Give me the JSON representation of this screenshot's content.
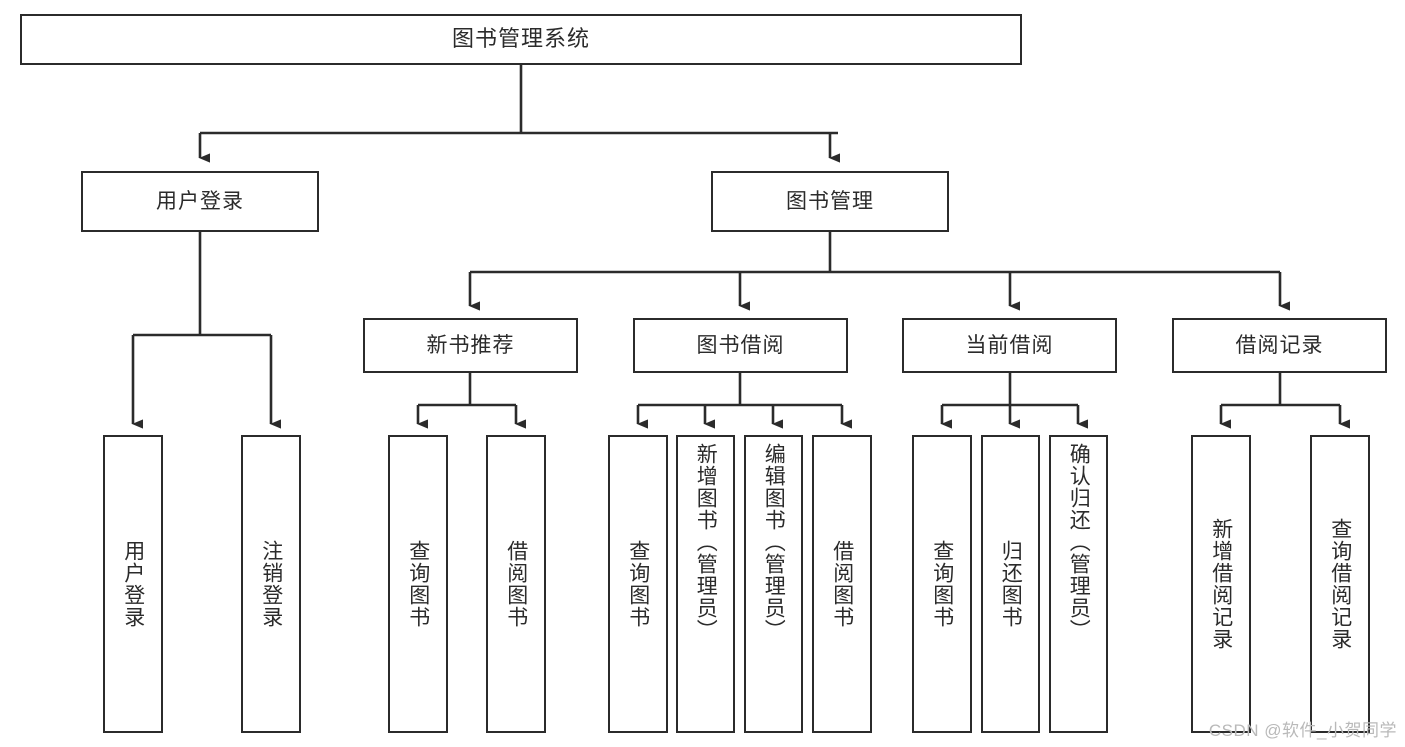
{
  "diagram": {
    "type": "tree",
    "title": "图书管理系统",
    "orientation": "top-down",
    "colors": {
      "stroke": "#2b2b2b",
      "fill": "#ffffff",
      "background": "#ffffff",
      "watermark": "#b9b9b9"
    },
    "root": {
      "label": "图书管理系统"
    },
    "level2": [
      {
        "label": "用户登录"
      },
      {
        "label": "图书管理"
      }
    ],
    "level3": [
      {
        "label": "新书推荐"
      },
      {
        "label": "图书借阅"
      },
      {
        "label": "当前借阅"
      },
      {
        "label": "借阅记录"
      }
    ],
    "leaves_user_login": [
      {
        "label": "用户登录"
      },
      {
        "label": "注销登录"
      }
    ],
    "leaves_new_book": [
      {
        "label": "查询图书"
      },
      {
        "label": "借阅图书"
      }
    ],
    "leaves_borrow": [
      {
        "label": "查询图书"
      },
      {
        "label": "新增图书（管理员）"
      },
      {
        "label": "编辑图书（管理员）"
      },
      {
        "label": "借阅图书"
      }
    ],
    "leaves_current": [
      {
        "label": "查询图书"
      },
      {
        "label": "归还图书"
      },
      {
        "label": "确认归还（管理员）"
      }
    ],
    "leaves_record": [
      {
        "label": "新增借阅记录"
      },
      {
        "label": "查询借阅记录"
      }
    ]
  },
  "watermark": {
    "text": "CSDN @软件_小贺同学"
  }
}
